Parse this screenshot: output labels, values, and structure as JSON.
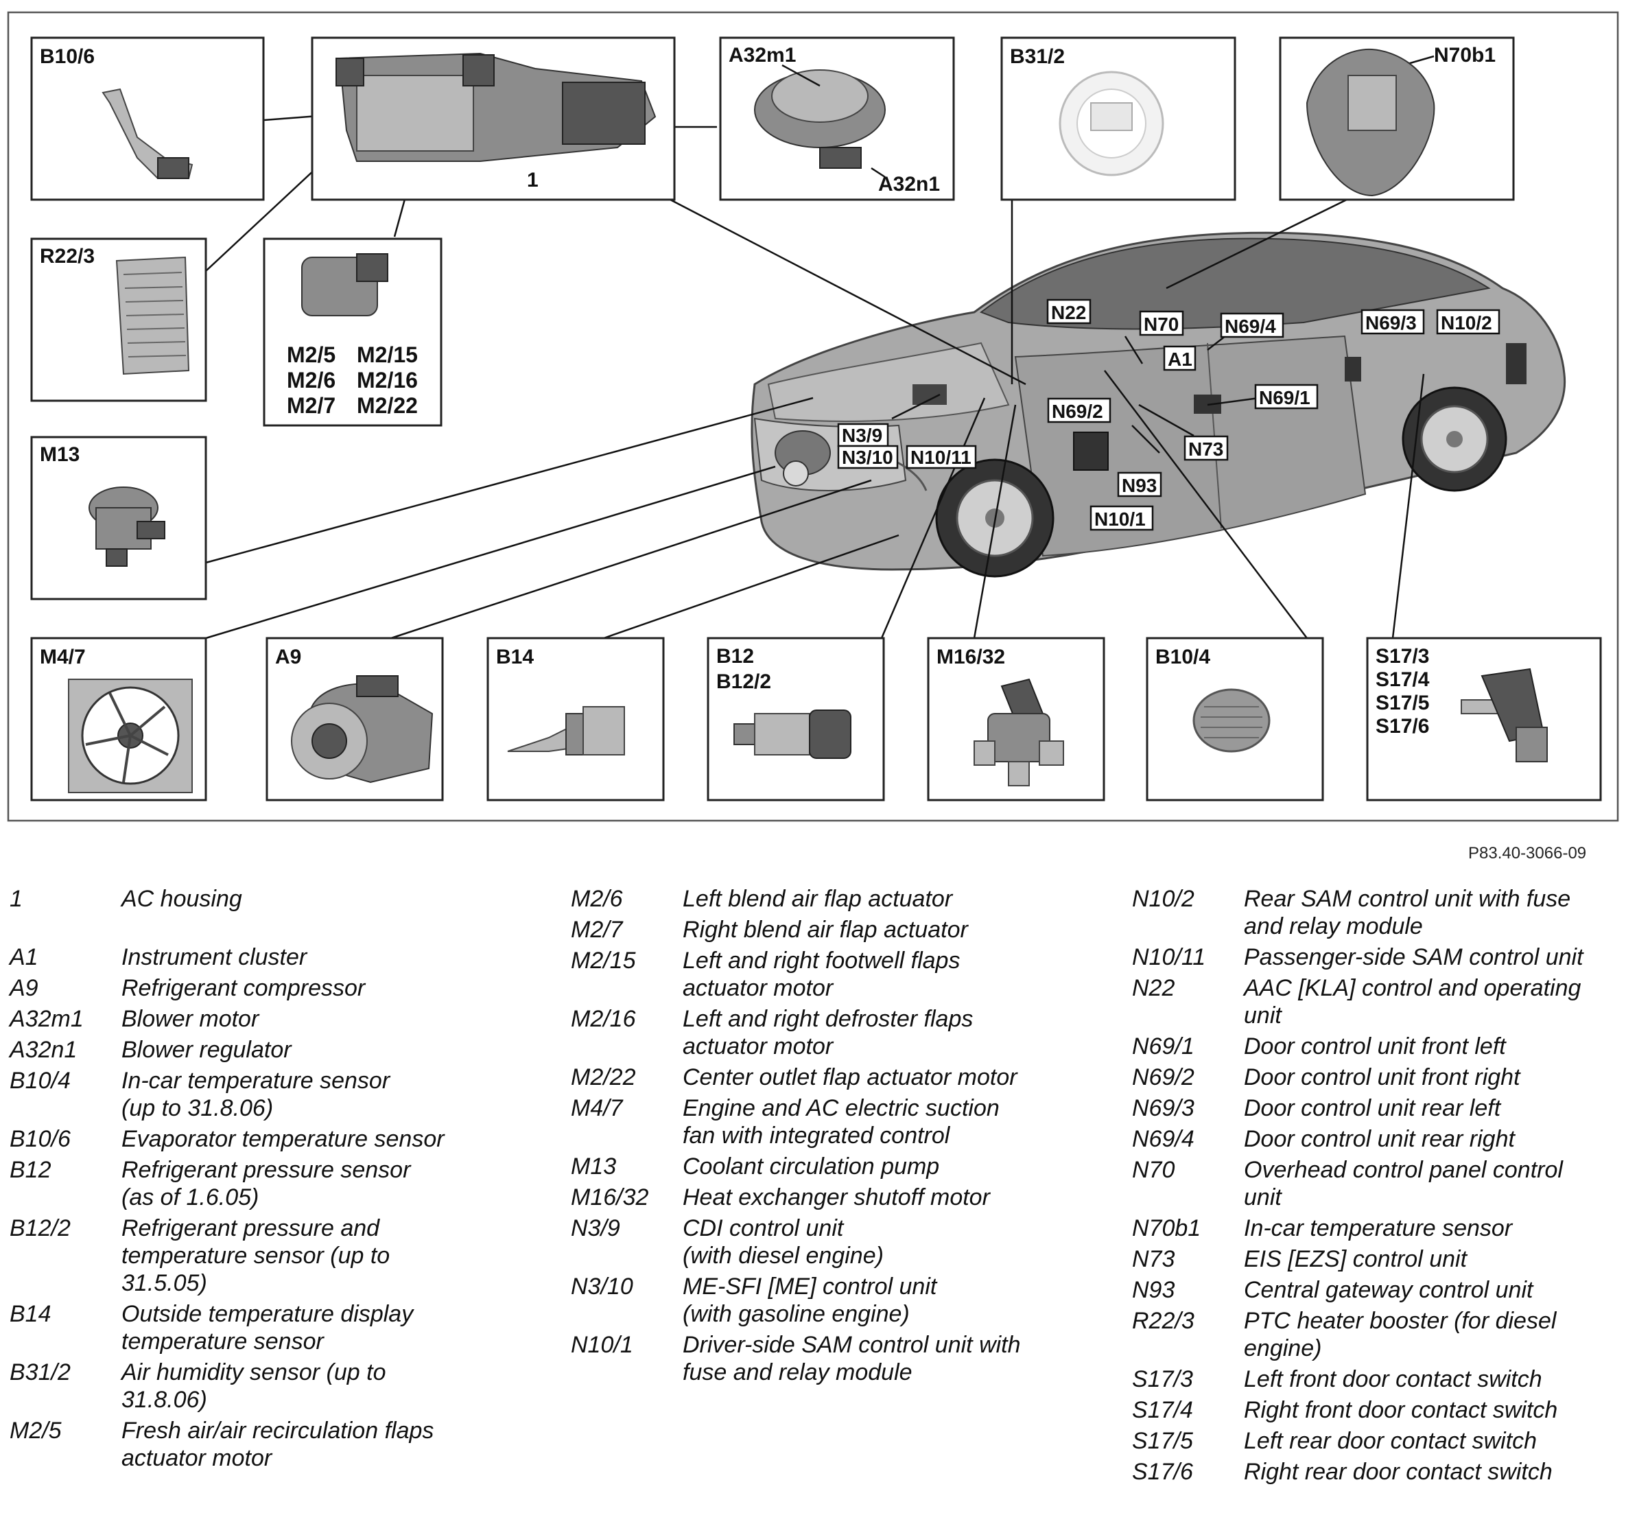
{
  "figure": {
    "reference": "P83.40-3066-09",
    "boxes": {
      "b10_6": [
        "B10/6"
      ],
      "ac_housing": [
        "1"
      ],
      "a32m1": [
        "A32m1",
        "A32n1"
      ],
      "b31_2": [
        "B31/2"
      ],
      "n70b1": [
        "N70b1"
      ],
      "r22_3": [
        "R22/3"
      ],
      "m2": [
        "M2/5",
        "M2/15",
        "M2/6",
        "M2/16",
        "M2/7",
        "M2/22"
      ],
      "m13": [
        "M13"
      ],
      "m4_7": [
        "M4/7"
      ],
      "a9": [
        "A9"
      ],
      "b14": [
        "B14"
      ],
      "b12": [
        "B12",
        "B12/2"
      ],
      "m16_32": [
        "M16/32"
      ],
      "b10_4": [
        "B10/4"
      ],
      "s17": [
        "S17/3",
        "S17/4",
        "S17/5",
        "S17/6"
      ]
    },
    "car_tags": [
      "N22",
      "N70",
      "N69/4",
      "N69/3",
      "N10/2",
      "A1",
      "N69/2",
      "N69/1",
      "N3/9",
      "N3/10",
      "N10/11",
      "N73",
      "N93",
      "N10/1"
    ]
  },
  "legend": [
    [
      {
        "code": "1",
        "desc": "AC housing"
      },
      {
        "code": "A1",
        "desc": "Instrument cluster"
      },
      {
        "code": "A9",
        "desc": "Refrigerant compressor"
      },
      {
        "code": "A32m1",
        "desc": "Blower motor"
      },
      {
        "code": "A32n1",
        "desc": "Blower regulator"
      },
      {
        "code": "B10/4",
        "desc": "In-car temperature sensor\n(up to 31.8.06)"
      },
      {
        "code": "B10/6",
        "desc": "Evaporator temperature sensor"
      },
      {
        "code": "B12",
        "desc": "Refrigerant pressure sensor\n(as of 1.6.05)"
      },
      {
        "code": "B12/2",
        "desc": "Refrigerant pressure and\ntemperature sensor (up to\n31.5.05)"
      },
      {
        "code": "B14",
        "desc": "Outside temperature display\ntemperature sensor"
      },
      {
        "code": "B31/2",
        "desc": "Air humidity sensor (up to\n31.8.06)"
      },
      {
        "code": "M2/5",
        "desc": "Fresh air/air recirculation flaps\nactuator motor"
      }
    ],
    [
      {
        "code": "M2/6",
        "desc": "Left blend air flap actuator"
      },
      {
        "code": "M2/7",
        "desc": "Right blend air flap actuator"
      },
      {
        "code": "M2/15",
        "desc": "Left and right footwell flaps\nactuator motor"
      },
      {
        "code": "M2/16",
        "desc": "Left and right defroster flaps\nactuator motor"
      },
      {
        "code": "M2/22",
        "desc": "Center outlet flap actuator motor"
      },
      {
        "code": "M4/7",
        "desc": "Engine and AC electric suction\nfan with integrated control"
      },
      {
        "code": "M13",
        "desc": "Coolant circulation pump"
      },
      {
        "code": "M16/32",
        "desc": "Heat exchanger shutoff motor"
      },
      {
        "code": "N3/9",
        "desc": "CDI control unit\n(with diesel engine)"
      },
      {
        "code": "N3/10",
        "desc": "ME-SFI [ME] control unit\n(with gasoline engine)"
      },
      {
        "code": "N10/1",
        "desc": "Driver-side SAM control unit with\nfuse and relay module"
      }
    ],
    [
      {
        "code": "N10/2",
        "desc": "Rear SAM control unit with fuse\nand relay module"
      },
      {
        "code": "N10/11",
        "desc": "Passenger-side SAM control unit"
      },
      {
        "code": "N22",
        "desc": "AAC [KLA] control and operating\nunit"
      },
      {
        "code": "N69/1",
        "desc": "Door control unit front left"
      },
      {
        "code": "N69/2",
        "desc": "Door control unit front right"
      },
      {
        "code": "N69/3",
        "desc": "Door control unit rear left"
      },
      {
        "code": "N69/4",
        "desc": "Door control unit rear right"
      },
      {
        "code": "N70",
        "desc": "Overhead control panel control\nunit"
      },
      {
        "code": "N70b1",
        "desc": "In-car temperature sensor"
      },
      {
        "code": "N73",
        "desc": "EIS [EZS] control unit"
      },
      {
        "code": "N93",
        "desc": "Central gateway control unit"
      },
      {
        "code": "R22/3",
        "desc": "PTC heater booster (for diesel\nengine)"
      },
      {
        "code": "S17/3",
        "desc": "Left front door contact switch"
      },
      {
        "code": "S17/4",
        "desc": "Right front door contact switch"
      },
      {
        "code": "S17/5",
        "desc": "Left rear door contact switch"
      },
      {
        "code": "S17/6",
        "desc": "Right rear door contact switch"
      }
    ]
  ]
}
